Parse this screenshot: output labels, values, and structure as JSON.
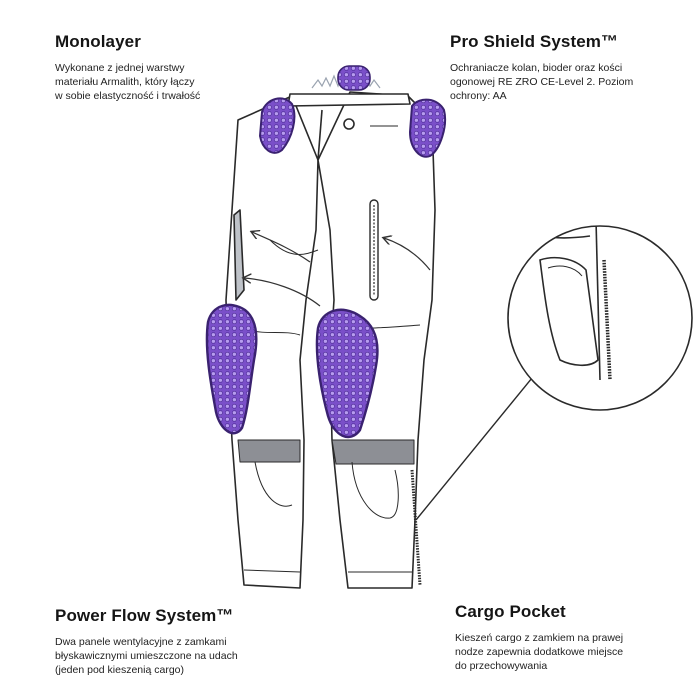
{
  "features": {
    "monolayer": {
      "title": "Monolayer",
      "description": "Wykonane z jednej warstwy\nmateriału Armalith, który łączy\nw sobie elastyczność i trwałość"
    },
    "pro_shield": {
      "title": "Pro Shield System™",
      "description": "Ochraniacze kolan, bioder oraz kości\nogonowej RE ZRO CE-Level 2. Poziom\nochrony: AA"
    },
    "power_flow": {
      "title": "Power Flow System™",
      "description": "Dwa panele wentylacyjne z zamkami\nbłyskawicznymi umieszczone na udach\n(jeden pod kieszenią cargo)"
    },
    "cargo_pocket": {
      "title": "Cargo Pocket",
      "description": "Kieszeń cargo z zamkiem na prawej\nnodze zapewnia dodatkowe miejsce\ndo przechowywania"
    }
  },
  "colors": {
    "armor_fill": "#7a4fc9",
    "armor_stroke": "#3a2270",
    "outline": "#2a2a2a",
    "pants_fill": "#ffffff",
    "panel_gray": "#bfc3c9"
  },
  "icons": [
    "knee-armor-icon",
    "hip-armor-icon",
    "tailbone-armor-icon",
    "zipper-icon"
  ]
}
